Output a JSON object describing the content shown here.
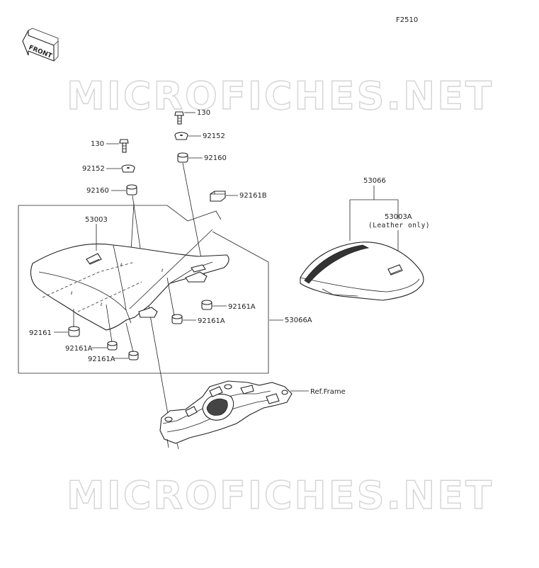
{
  "figure_code": "F2510",
  "front_label": "FRONT",
  "watermark": "MICROFICHES.NET",
  "parts": {
    "bolt_right": "130",
    "washer_right": "92152",
    "damper_right": "92160",
    "bolt_left": "130",
    "washer_left": "92152",
    "damper_left": "92160",
    "block_top": "92161B",
    "seat_cover": "53003",
    "damper_a_right": "92161A",
    "damper_a_mid": "92161A",
    "damper_plain": "92161",
    "damper_a_low1": "92161A",
    "damper_a_low2": "92161A",
    "seat_assy": "53066A",
    "pillion_seat": "53066",
    "pillion_cover": "53003A",
    "pillion_note": "(Leather only)",
    "frame_ref": "Ref.Frame"
  }
}
